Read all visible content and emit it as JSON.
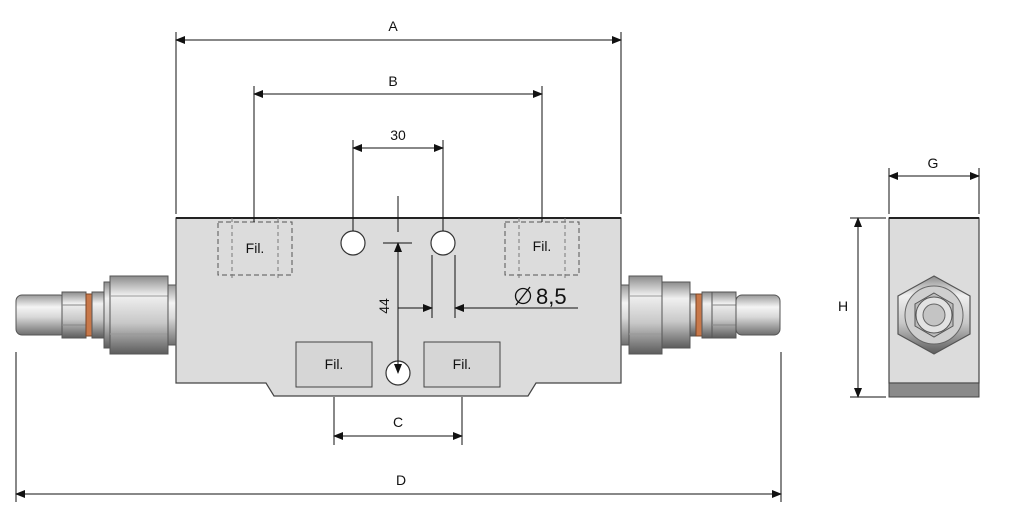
{
  "dimensions": {
    "a": "A",
    "b": "B",
    "c": "C",
    "d": "D",
    "g": "G",
    "h": "H",
    "hole_spacing": "30",
    "hole_offset": "44",
    "hole_diameter": "8,5"
  },
  "ports": {
    "top_left": "Fil.",
    "top_right": "Fil.",
    "bottom_left": "Fil.",
    "bottom_right": "Fil."
  },
  "colors": {
    "body": "#dcdcdc",
    "outline": "#444444",
    "dimension_line": "#111111",
    "seal": "#c8784a",
    "side_base": "#8a8a8a"
  }
}
